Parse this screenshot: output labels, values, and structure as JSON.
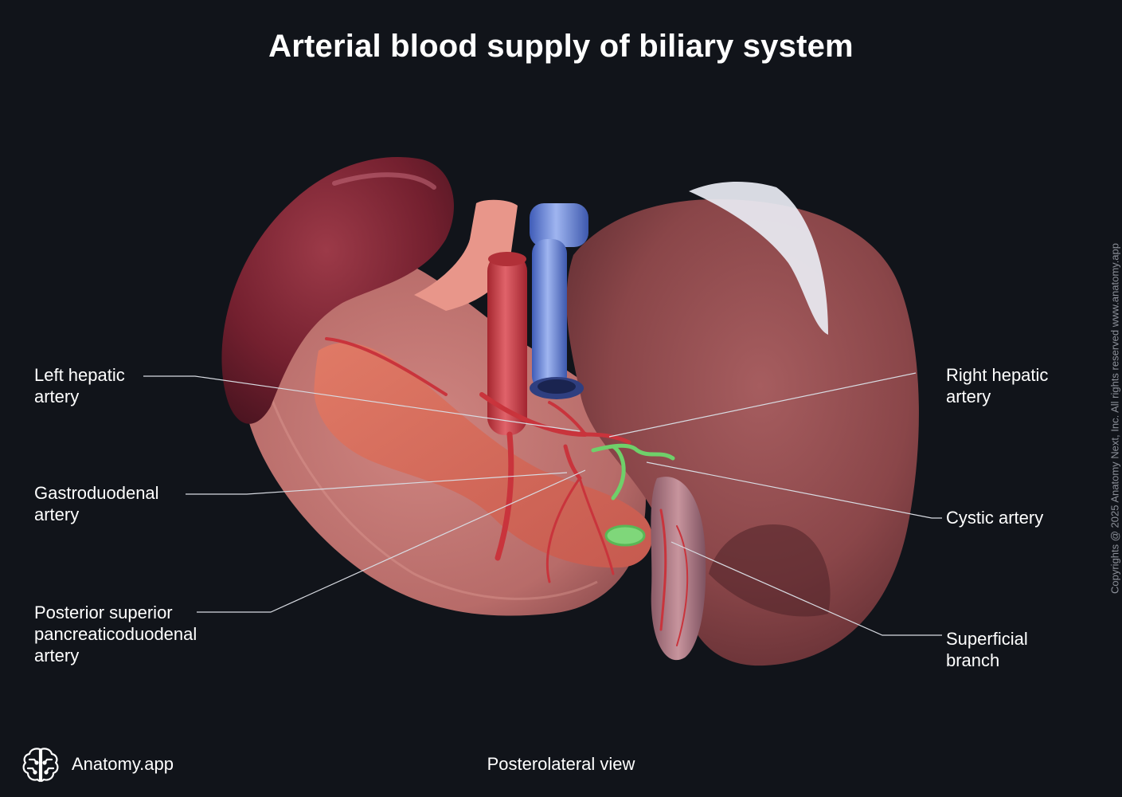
{
  "title": "Arterial blood supply of biliary system",
  "view_label": "Posterolateral view",
  "brand_name": "Anatomy.app",
  "copyright": "Copyrights @ 2025 Anatomy Next, Inc. All rights reserved www.anatomy.app",
  "labels": {
    "left_hepatic": "Left hepatic\nartery",
    "right_hepatic": "Right hepatic\nartery",
    "gastroduodenal": "Gastroduodenal\nartery",
    "cystic": "Cystic artery",
    "post_sup_pd": "Posterior superior\npancreaticoduodenal\nartery",
    "superficial": "Superficial\nbranch"
  },
  "colors": {
    "background": "#11141a",
    "artery": "#c9343c",
    "vein": "#4f6fcf",
    "cystic_vessels": "#6fd06a",
    "liver": "#8e4a4c",
    "spleen": "#7d2433",
    "pancreas": "#d9705e"
  }
}
